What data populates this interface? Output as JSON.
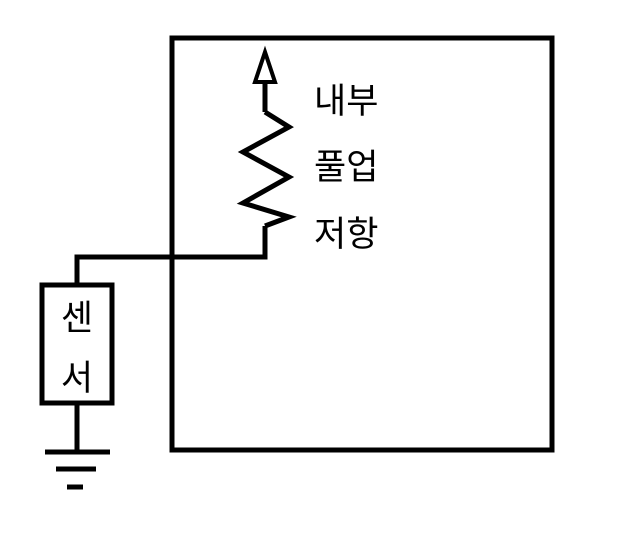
{
  "diagram": {
    "resistor_label": [
      "내부",
      "풀업",
      "저항"
    ],
    "sensor_label": [
      "센",
      "서"
    ],
    "colors": {
      "stroke": "#000000",
      "background": "#ffffff"
    },
    "icons": [
      "vcc-arrow-icon",
      "resistor-icon",
      "ground-icon"
    ]
  }
}
